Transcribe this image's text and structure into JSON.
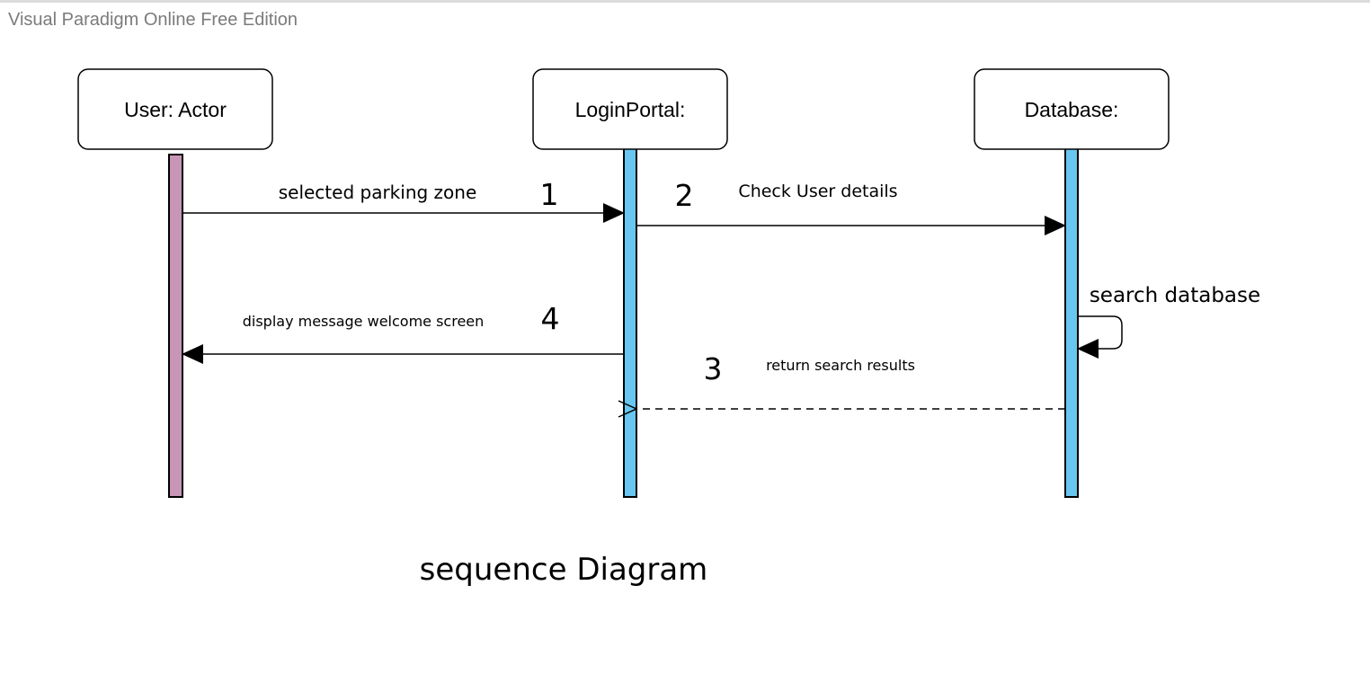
{
  "watermark": "Visual Paradigm Online Free Edition",
  "colors": {
    "actor_bar": "#c795b5",
    "portal_bar": "#68c6f0",
    "database_bar": "#68c6f0",
    "line": "#000000"
  },
  "lifelines": {
    "user": "User: Actor",
    "portal": "LoginPortal:",
    "database": "Database:"
  },
  "messages": {
    "m1": {
      "number": "1",
      "label": "selected parking zone"
    },
    "m2": {
      "number": "2",
      "label": "Check User details"
    },
    "self": {
      "label": "search database"
    },
    "m3": {
      "number": "3",
      "label": "return search results"
    },
    "m4": {
      "number": "4",
      "label": "display message welcome screen"
    }
  },
  "caption": "sequence Diagram"
}
